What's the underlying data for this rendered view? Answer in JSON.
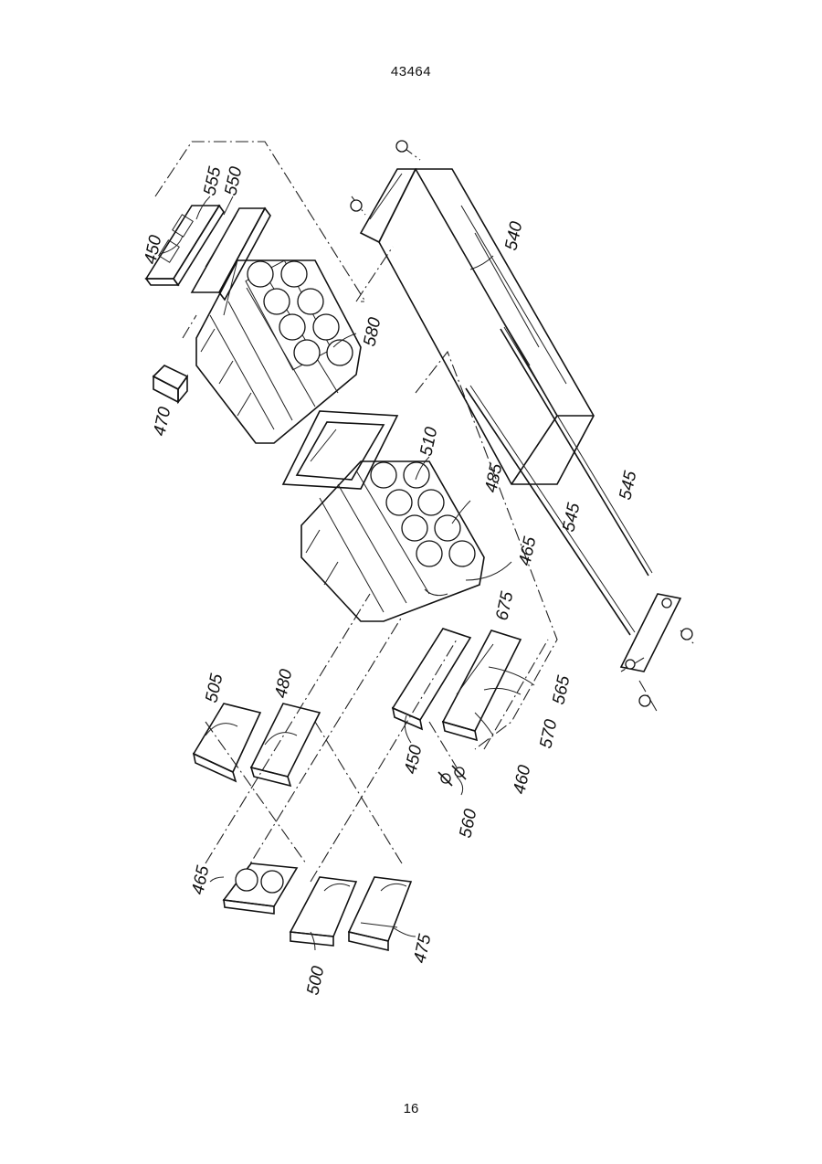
{
  "header": {
    "document_number": "43464"
  },
  "footer": {
    "page_number": "16"
  },
  "figure": {
    "reference_numerals": [
      "450",
      "555",
      "550",
      "470",
      "580",
      "540",
      "510",
      "485",
      "465",
      "675",
      "545",
      "545",
      "505",
      "480",
      "450",
      "560",
      "460",
      "570",
      "565",
      "465",
      "500",
      "475"
    ]
  }
}
